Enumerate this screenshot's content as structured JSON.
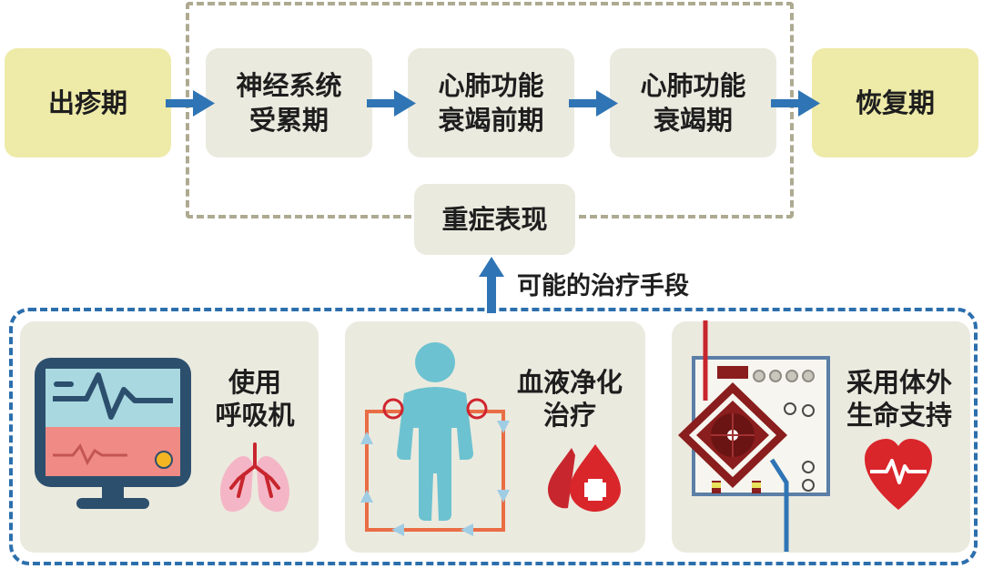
{
  "flow": {
    "start": "出疹期",
    "stages": [
      "神经系统\n受累期",
      "心肺功能\n衰竭前期",
      "心肺功能\n衰竭期"
    ],
    "end": "恢复期",
    "severe": "重症表现"
  },
  "treatment_caption": "可能的治疗手段",
  "treatments": [
    {
      "label": "使用\n呼吸机",
      "icon": "ventilator-monitor-icon",
      "sub_icon": "lungs-icon"
    },
    {
      "label": "血液净化\n治疗",
      "icon": "blood-purification-body-icon",
      "sub_icon": "blood-drop-icon"
    },
    {
      "label": "采用体外\n生命支持",
      "icon": "ecmo-machine-icon",
      "sub_icon": "heart-pulse-icon"
    }
  ],
  "colors": {
    "arrow": "#2f75b5",
    "stage_fill": "#ebeadf",
    "end_fill": "#eeeaa8",
    "top_dash": "#aeaa91",
    "bottom_dash": "#2c6fad",
    "heart_red": "#d9262b"
  }
}
